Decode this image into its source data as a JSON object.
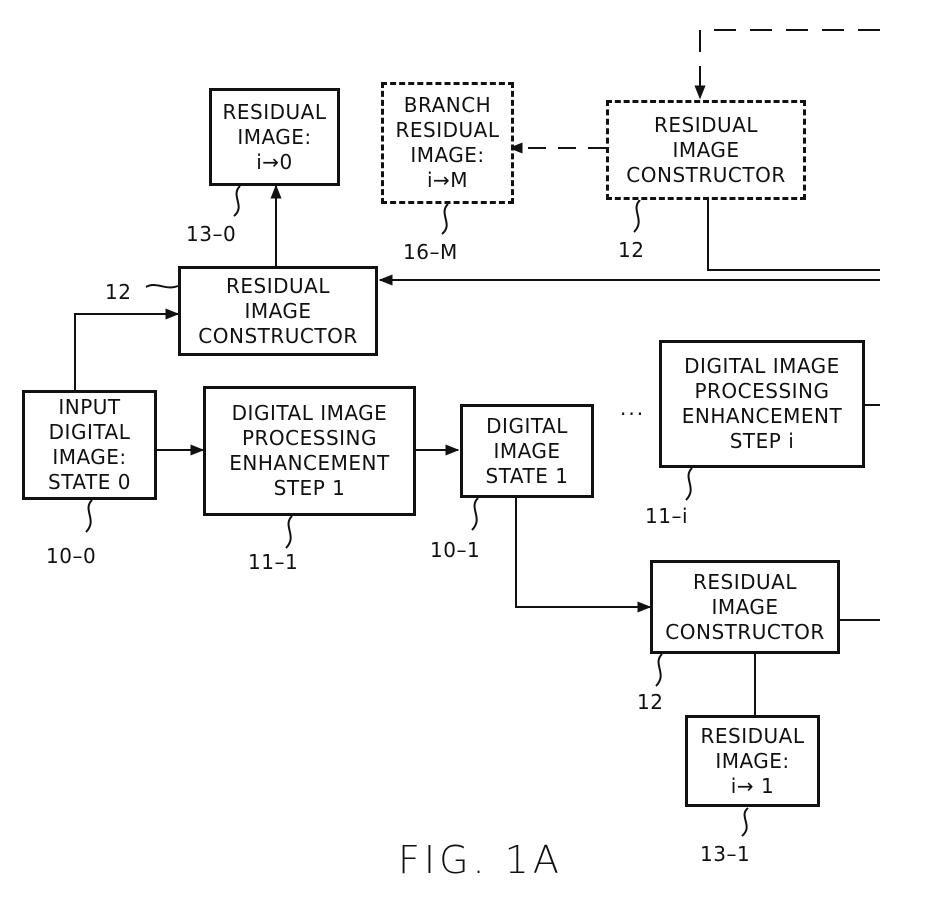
{
  "figure_label": "FIG.  1A",
  "ellipsis": "...",
  "boxes": {
    "residual_0": [
      "RESIDUAL",
      "IMAGE:",
      "i→0"
    ],
    "branch_residual_m": [
      "BRANCH",
      "RESIDUAL",
      "IMAGE:",
      "i→M"
    ],
    "constructor_top_right": [
      "RESIDUAL",
      "IMAGE",
      "CONSTRUCTOR"
    ],
    "constructor_0": [
      "RESIDUAL",
      "IMAGE",
      "CONSTRUCTOR"
    ],
    "input_state_0": [
      "INPUT",
      "DIGITAL",
      "IMAGE:",
      "STATE  0"
    ],
    "enhancement_step_1": [
      "DIGITAL  IMAGE",
      "PROCESSING",
      "ENHANCEMENT",
      "STEP  1"
    ],
    "state_1": [
      "DIGITAL",
      "IMAGE",
      "STATE  1"
    ],
    "enhancement_step_i": [
      "DIGITAL  IMAGE",
      "PROCESSING",
      "ENHANCEMENT",
      "STEP  i"
    ],
    "constructor_1": [
      "RESIDUAL",
      "IMAGE",
      "CONSTRUCTOR"
    ],
    "residual_1": [
      "RESIDUAL",
      "IMAGE:",
      "i→ 1"
    ]
  },
  "refs": {
    "r13_0": "13–0",
    "r16_m": "16–M",
    "r12_top_right": "12",
    "r12_left": "12",
    "r10_0": "10–0",
    "r11_1": "11–1",
    "r10_1": "10–1",
    "r11_i": "11–i",
    "r12_bottom": "12",
    "r13_1": "13–1"
  }
}
